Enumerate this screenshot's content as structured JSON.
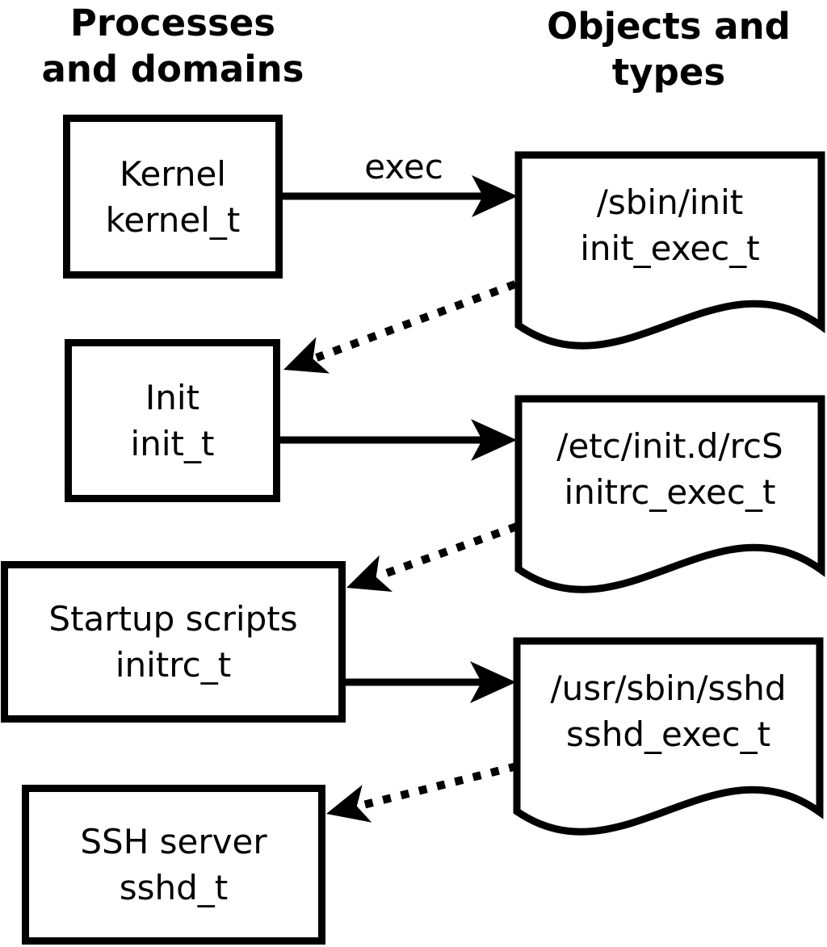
{
  "colors": {
    "ink": "#000000",
    "paper": "#ffffff"
  },
  "columns": {
    "left_header": "Processes\nand domains",
    "right_header": "Objects and\ntypes"
  },
  "processes": [
    {
      "name": "Kernel",
      "domain": "kernel_t"
    },
    {
      "name": "Init",
      "domain": "init_t"
    },
    {
      "name": "Startup scripts",
      "domain": "initrc_t"
    },
    {
      "name": "SSH server",
      "domain": "sshd_t"
    }
  ],
  "objects": [
    {
      "path": "/sbin/init",
      "type": "init_exec_t"
    },
    {
      "path": "/etc/init.d/rcS",
      "type": "initrc_exec_t"
    },
    {
      "path": "/usr/sbin/sshd",
      "type": "sshd_exec_t"
    }
  ],
  "edges": [
    {
      "from": "kernel_t",
      "to": "init_exec_t",
      "style": "solid",
      "label": "exec"
    },
    {
      "from": "init_exec_t",
      "to": "init_t",
      "style": "dotted",
      "label": ""
    },
    {
      "from": "init_t",
      "to": "initrc_exec_t",
      "style": "solid",
      "label": ""
    },
    {
      "from": "initrc_exec_t",
      "to": "initrc_t",
      "style": "dotted",
      "label": ""
    },
    {
      "from": "initrc_t",
      "to": "sshd_exec_t",
      "style": "solid",
      "label": ""
    },
    {
      "from": "sshd_exec_t",
      "to": "sshd_t",
      "style": "dotted",
      "label": ""
    }
  ]
}
